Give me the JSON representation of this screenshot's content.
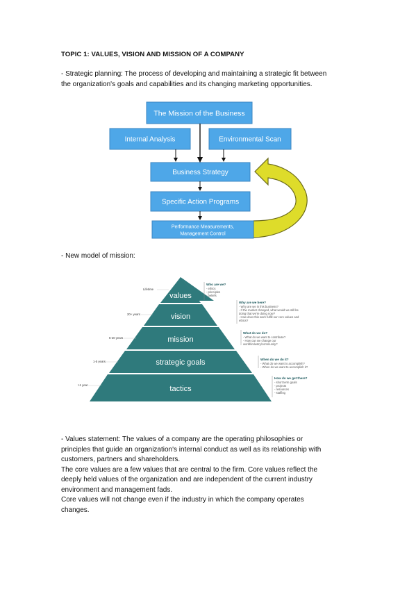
{
  "heading": "TOPIC 1: VALUES, VISION AND MISSION OF A COMPANY",
  "strategic_planning": [
    "- Strategic planning: The process of developing and maintaining a strategic fit between",
    "the organization's goals and capabilities and its changing marketing opportunities."
  ],
  "flowchart": {
    "mission": "The Mission of the Business",
    "internal": "Internal Analysis",
    "environmental": "Environmental Scan",
    "strategy": "Business Strategy",
    "programs": "Specific Action Programs",
    "performance_1": "Performance Measurements,",
    "performance_2": "Management Control",
    "box_color": "#4ea7e8",
    "arrow_color": "#e8e02a"
  },
  "new_model": "- New model of mission:",
  "pyramid": {
    "levels": [
      {
        "label": "values",
        "time": "Lifetime",
        "note_title": "Who are we?",
        "notes": [
          "- ethics",
          "- principles",
          "- beliefs"
        ]
      },
      {
        "label": "vision",
        "time": "20+ years",
        "note_title": "Why are we here?",
        "notes": [
          "- Why are we in this business?",
          "- If the market changed, what would we still be",
          "doing that we're doing now?",
          "- How does this work fulfill our core values and",
          "ethics?"
        ]
      },
      {
        "label": "mission",
        "time": "5-20 years",
        "note_title": "What do we do?",
        "notes": [
          "- What do we want to contribute?",
          "- How can we change our",
          "world/industry/community?"
        ]
      },
      {
        "label": "strategic goals",
        "time": "1-5 years",
        "note_title": "When do we do it?",
        "notes": [
          "- What do we want to accomplish?",
          "- When do we want to accomplish it?"
        ]
      },
      {
        "label": "tactics",
        "time": ">1 year",
        "note_title": "How do we get there?",
        "notes": [
          "- short term goals",
          "- projects",
          "- resources",
          "- staffing"
        ]
      }
    ],
    "color": "#2f7a7c"
  },
  "values_statement": [
    "- Values statement: The values of a company are the operating philosophies or",
    "principles that guide an organization's internal conduct as well as its relationship with",
    "customers, partners and shareholders.",
    "The core values are a few values that are central to the firm. Core values reflect the",
    "deeply held values of the organization and are independent of the current industry",
    "environment and management fads.",
    "Core values will not change even if the industry in which the company operates",
    "changes."
  ]
}
